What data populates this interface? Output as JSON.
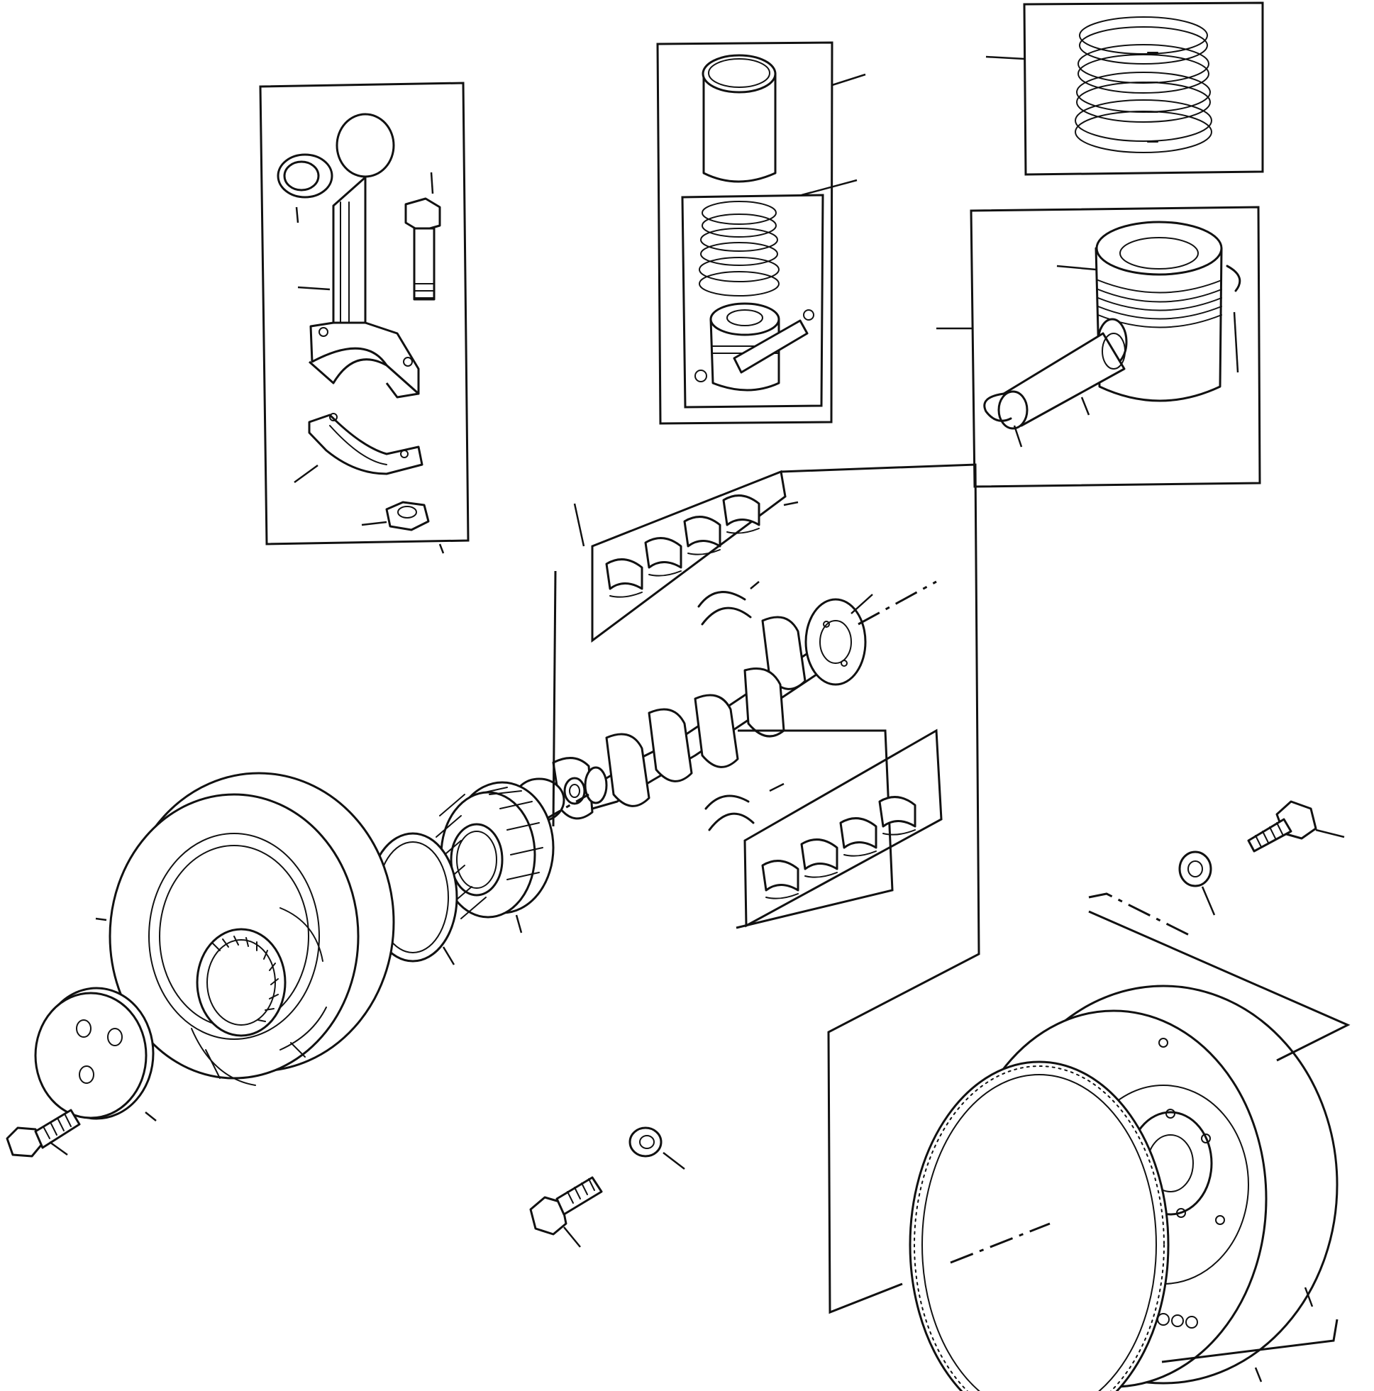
{
  "diagram": {
    "background": "#ffffff",
    "line_color": "#111111",
    "parts": [
      {
        "name": "connecting-rod-group",
        "icon": "connecting-rod-icon"
      },
      {
        "name": "cylinder-liner-and-piston-kit",
        "icon": "liner-piston-kit-icon"
      },
      {
        "name": "piston-ring-set",
        "icon": "piston-rings-icon"
      },
      {
        "name": "piston-with-pin",
        "icon": "piston-icon"
      },
      {
        "name": "upper-main-bearings",
        "icon": "main-bearing-icon"
      },
      {
        "name": "lower-main-bearings",
        "icon": "main-bearing-icon"
      },
      {
        "name": "thrust-washers",
        "icon": "thrust-washer-icon"
      },
      {
        "name": "crankshaft",
        "icon": "crankshaft-icon"
      },
      {
        "name": "crankshaft-gear",
        "icon": "gear-icon"
      },
      {
        "name": "front-seal-ring",
        "icon": "seal-ring-icon"
      },
      {
        "name": "crankshaft-pulley",
        "icon": "pulley-icon"
      },
      {
        "name": "pulley-washer-plate",
        "icon": "plate-icon"
      },
      {
        "name": "pulley-bolt",
        "icon": "bolt-icon"
      },
      {
        "name": "flywheel-with-ring-gear",
        "icon": "flywheel-icon"
      },
      {
        "name": "flywheel-bolt",
        "icon": "bolt-icon"
      },
      {
        "name": "flywheel-washer",
        "icon": "washer-icon"
      },
      {
        "name": "dowel-pin",
        "icon": "stud-icon"
      },
      {
        "name": "lock-washer",
        "icon": "lock-washer-icon"
      }
    ]
  }
}
